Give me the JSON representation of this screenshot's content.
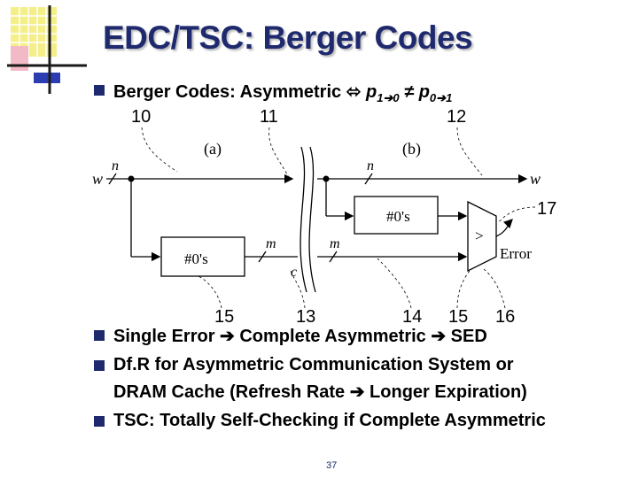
{
  "title": "EDC/TSC: Berger Codes",
  "bullets": [
    {
      "pre": "Berger Codes: Asymmetric ",
      "sym": "⬄",
      "p1": "p",
      "s1": "1",
      "arr1": "➔",
      "s1b": "0",
      "neq": " ≠ ",
      "p2": "p",
      "s2": "0",
      "arr2": "➔",
      "s2b": "1"
    },
    {
      "a": "Single Error ",
      "arr1": "➔",
      "b": " Complete Asymmetric ",
      "arr2": "➔",
      "c": " SED"
    },
    {
      "line1": "Df.R for Asymmetric Communication System or",
      "line2a": "DRAM Cache (Refresh Rate ",
      "arr": "➔",
      "line2b": " Longer Expiration)"
    },
    {
      "text": "TSC: Totally Self-Checking if Complete Asymmetric"
    }
  ],
  "diagram": {
    "callouts_top": [
      "10",
      "11",
      "12"
    ],
    "callouts_right": [
      "17"
    ],
    "callouts_bottom": [
      "15",
      "13",
      "14",
      "15",
      "16"
    ],
    "panel_a": "(a)",
    "panel_b": "(b)",
    "bus_w_left": "w",
    "bus_w_right": "w",
    "width_n": "n",
    "width_m": "m",
    "c_label": "c",
    "counter_label": "#0's",
    "comparator_symbol": ">",
    "error_label": "Error"
  },
  "page_number": "37"
}
